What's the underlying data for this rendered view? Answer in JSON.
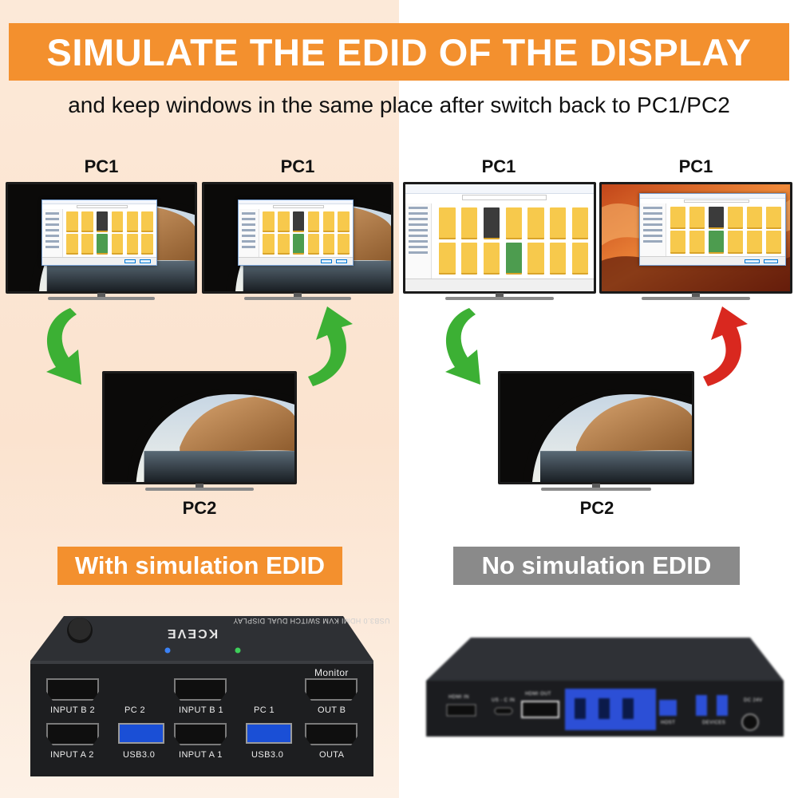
{
  "banner": {
    "title": "SIMULATE THE EDID OF THE DISPLAY"
  },
  "subtitle": "and keep windows in the same place after switch back to PC1/PC2",
  "left_panel": {
    "labels": {
      "pc1_a": "PC1",
      "pc1_b": "PC1",
      "pc2": "PC2"
    },
    "caption": "With simulation EDID",
    "arrow_colors": [
      "#3cb034",
      "#3cb034"
    ]
  },
  "right_panel": {
    "labels": {
      "pc1_a": "PC1",
      "pc1_b": "PC1",
      "pc2": "PC2"
    },
    "caption": "No simulation EDID",
    "arrow_colors": [
      "#3cb034",
      "#d9281f"
    ]
  },
  "kvm_device": {
    "brand": "KCEVE",
    "model_text": "USB3.0 HDMI KVM SWITCH DUAL DISPLAY",
    "ports": {
      "monitor": "Monitor",
      "input_b2": "INPUT B 2",
      "pc2": "PC 2",
      "input_b1": "INPUT B 1",
      "pc1": "PC 1",
      "out_b": "OUT B",
      "input_a2": "INPUT A 2",
      "usb_a": "USB3.0",
      "input_a1": "INPUT A 1",
      "usb_b": "USB3.0",
      "out_a": "OUTA"
    }
  },
  "other_device": {
    "ports": {
      "hdmi_in": "HDMI IN",
      "usb_c": "US - C IN",
      "hdmi_out": "HDMI OUT",
      "host": "HOST",
      "devices": "DEVICES",
      "dc": "DC 24V"
    }
  },
  "colors": {
    "accent_orange": "#f3902e",
    "gray_tag": "#8a8a8a",
    "green_arrow": "#3cb034",
    "red_arrow": "#d9281f"
  }
}
